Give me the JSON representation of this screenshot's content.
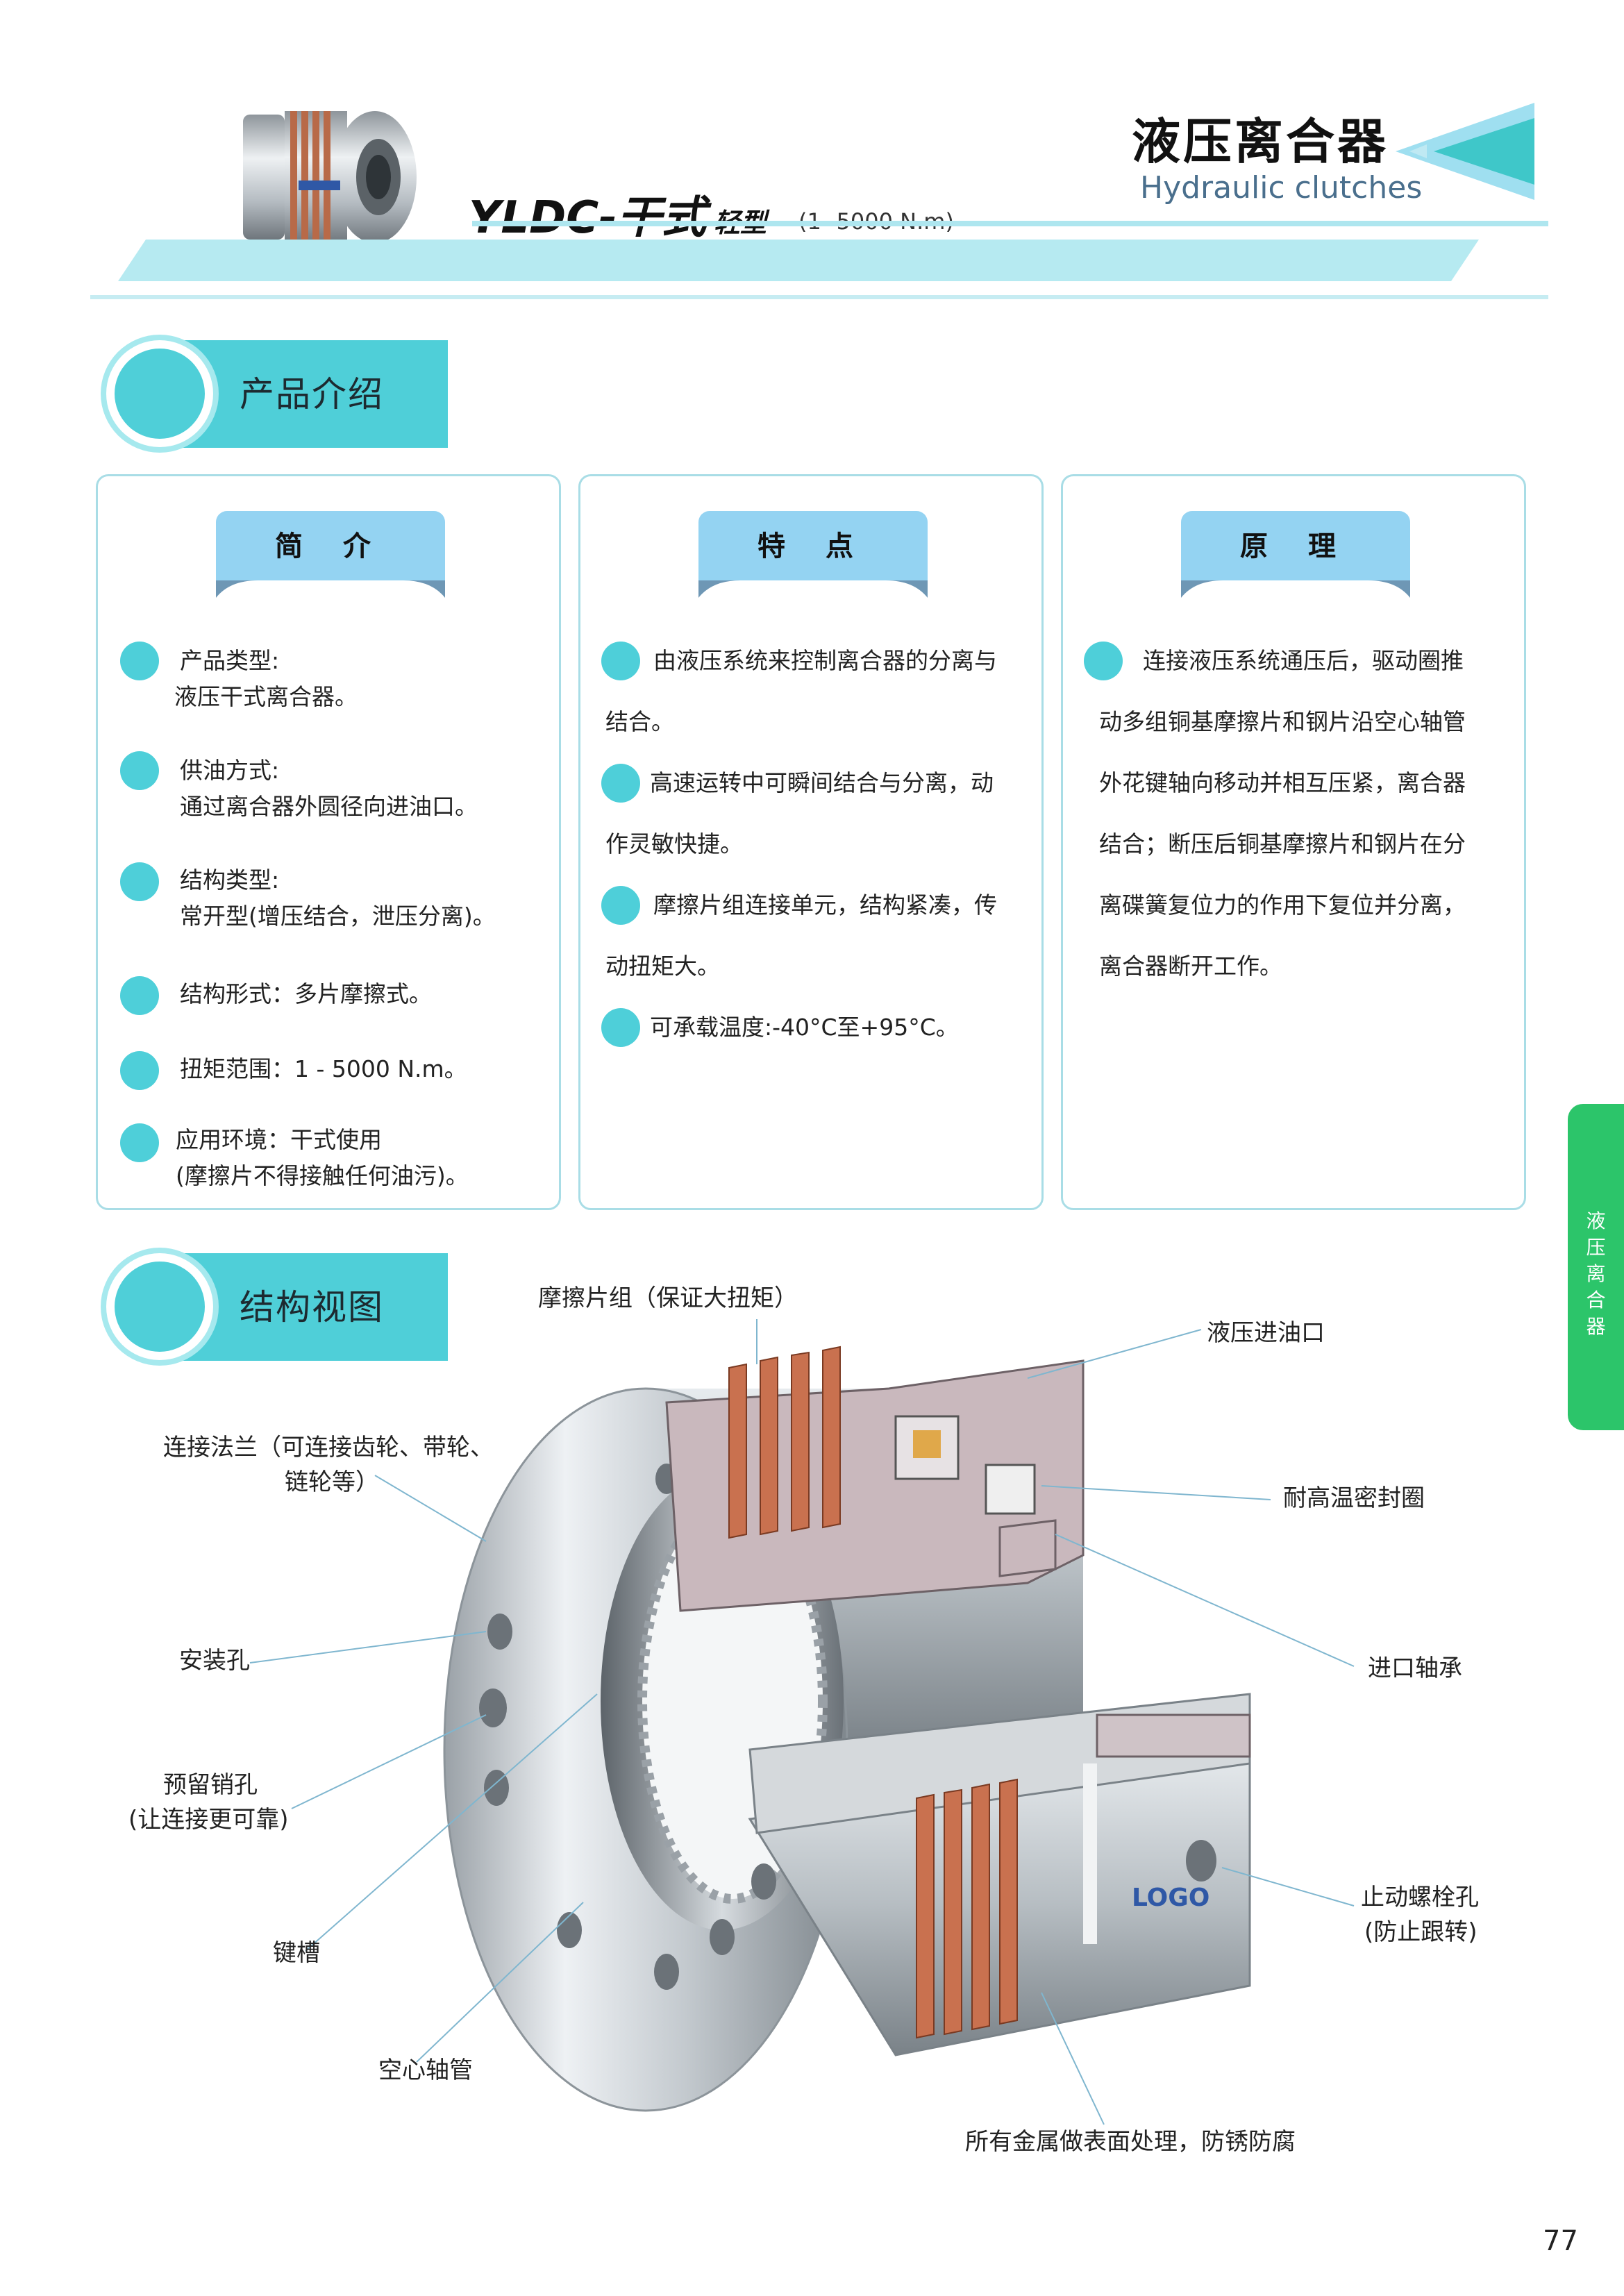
{
  "header": {
    "model": "YLDC-干式",
    "model_sub": "轻型",
    "range": "(1- 5000 N.m)",
    "title_zh": "液压离合器",
    "title_en": "Hydraulic clutches"
  },
  "sections": {
    "intro": "产品介绍",
    "structure": "结构视图"
  },
  "cards": {
    "overview": {
      "title": "简 介",
      "items": [
        {
          "line1": "产品类型:",
          "line2": "液压干式离合器。"
        },
        {
          "line1": "供油方式:",
          "line2": "通过离合器外圆径向进油口。"
        },
        {
          "line1": "结构类型:",
          "line2": "常开型(增压结合，泄压分离)。"
        },
        {
          "line1": "结构形式：多片摩擦式。",
          "line2": ""
        },
        {
          "line1": "扭矩范围：1 - 5000 N.m。",
          "line2": ""
        },
        {
          "line1": "应用环境：干式使用",
          "line2": "(摩擦片不得接触任何油污)。"
        }
      ]
    },
    "features": {
      "title": "特 点",
      "items": [
        {
          "line1": "由液压系统来控制离合器的分离与",
          "line2": "结合。"
        },
        {
          "line1": "高速运转中可瞬间结合与分离，动",
          "line2": "作灵敏快捷。"
        },
        {
          "line1": "摩擦片组连接单元，结构紧凑，传",
          "line2": "动扭矩大。"
        },
        {
          "line1": "可承载温度:-40°C至+95°C。",
          "line2": ""
        }
      ]
    },
    "principle": {
      "title": "原 理",
      "lines": [
        "连接液压系统通压后，驱动圈推",
        "动多组铜基摩擦片和钢片沿空心轴管",
        "外花键轴向移动并相互压紧，离合器",
        "结合；断压后铜基摩擦片和钢片在分",
        "离碟簧复位力的作用下复位并分离，",
        "离合器断开工作。"
      ]
    }
  },
  "callouts": {
    "friction": "摩擦片组（保证大扭矩）",
    "oil_inlet": "液压进油口",
    "flange_1": "连接法兰（可连接齿轮、带轮、",
    "flange_2": "链轮等）",
    "seal": "耐高温密封圈",
    "mount_hole": "安装孔",
    "bearing": "进口轴承",
    "pin_hole_1": "预留销孔",
    "pin_hole_2": "(让连接更可靠)",
    "stop_bolt_1": "止动螺栓孔",
    "stop_bolt_2": "(防止跟转)",
    "keyway": "键槽",
    "hollow_shaft": "空心轴管",
    "surface": "所有金属做表面处理，防锈防腐"
  },
  "side_tab": [
    "液",
    "压",
    "离",
    "合",
    "器"
  ],
  "page_number": "77",
  "colors": {
    "accent": "#4fcfd8",
    "ribbon": "#94d3f2",
    "side_tab": "#2cc56a",
    "copper": "#c9714f"
  }
}
